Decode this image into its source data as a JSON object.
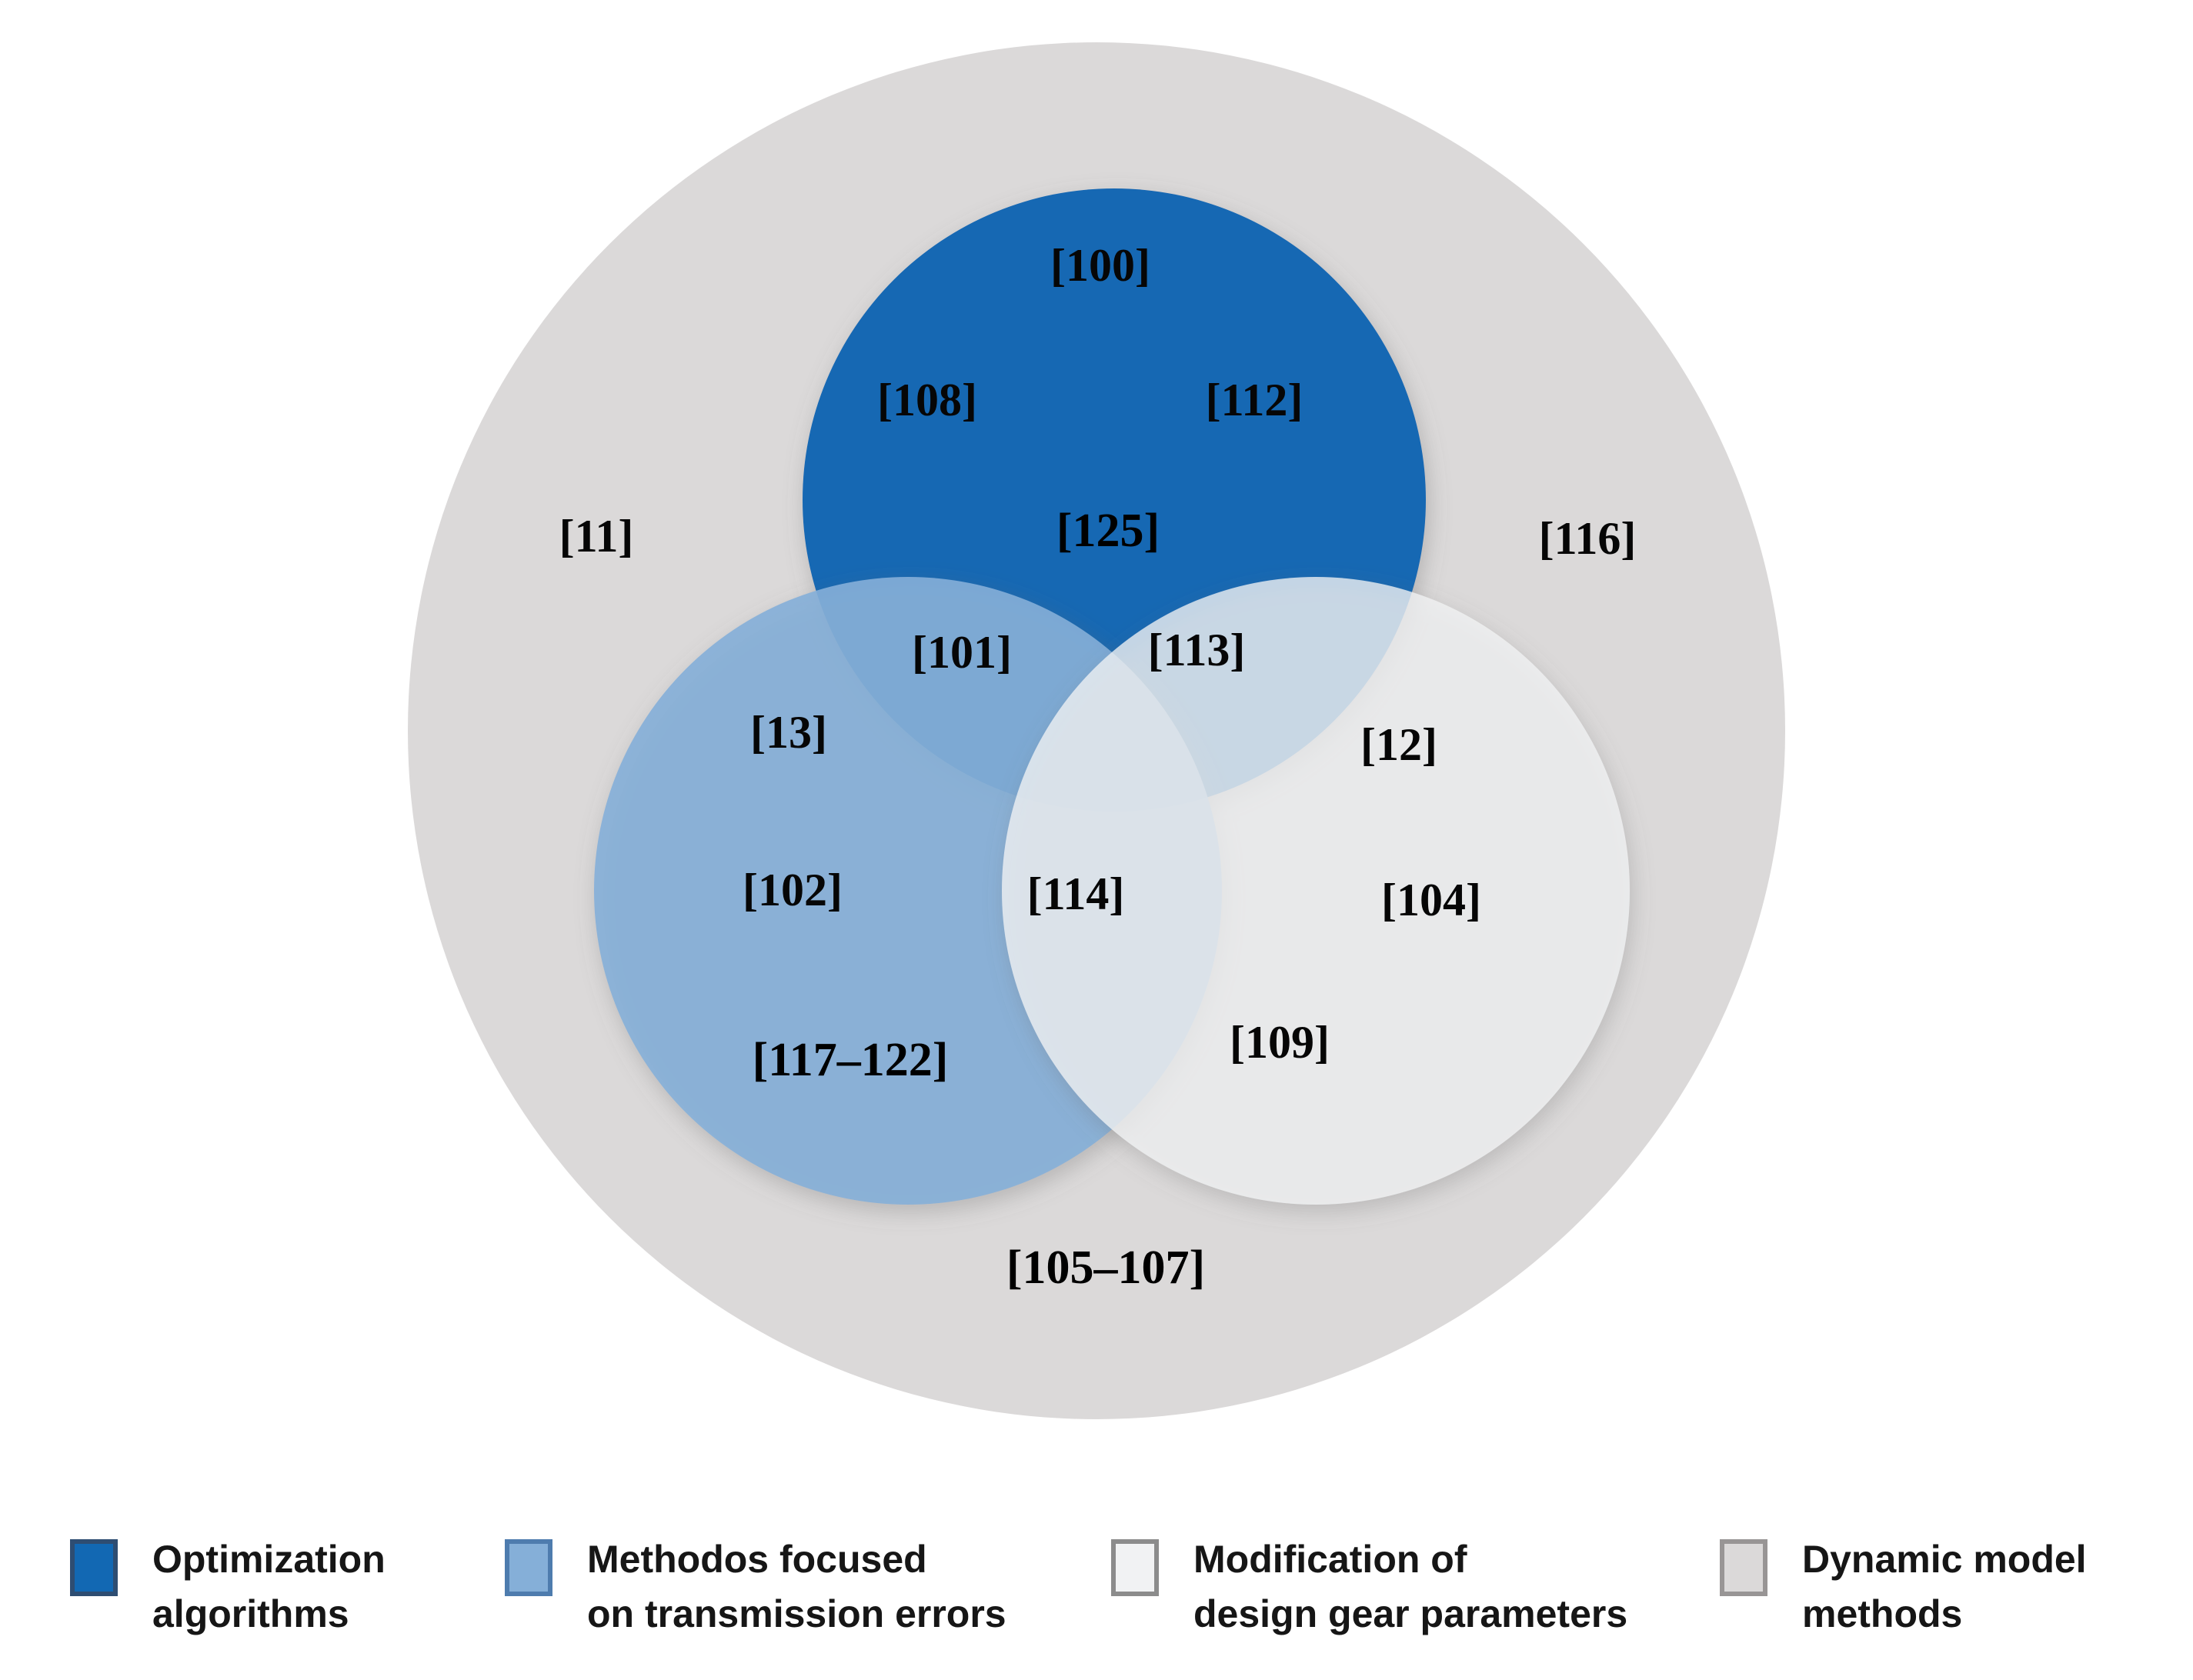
{
  "chart_data": {
    "type": "venn",
    "title": "",
    "sets": [
      {
        "name": "Optimization algorithms",
        "color": "#1268B3",
        "exclusive_refs": [
          "[100]",
          "[108]",
          "[112]",
          "[125]"
        ]
      },
      {
        "name": "Methodos focused on transmission errors",
        "color": "#85AFD8",
        "exclusive_refs": [
          "[13]",
          "[102]",
          "[117–122]"
        ]
      },
      {
        "name": "Modification of design gear parameters",
        "color": "#F1F2F3",
        "exclusive_refs": [
          "[12]",
          "[104]",
          "[109]"
        ]
      },
      {
        "name": "Dynamic model methods",
        "color": "#DBD9D9",
        "exclusive_refs": [
          "[11]",
          "[116]",
          "[105–107]"
        ]
      }
    ],
    "intersections": [
      {
        "sets": [
          "Optimization algorithms",
          "Methodos focused on transmission errors"
        ],
        "refs": [
          "[101]"
        ]
      },
      {
        "sets": [
          "Optimization algorithms",
          "Modification of design gear parameters"
        ],
        "refs": [
          "[113]"
        ]
      },
      {
        "sets": [
          "Methodos focused on transmission errors",
          "Modification of design gear parameters"
        ],
        "refs": [
          "[114]"
        ]
      }
    ],
    "layout": {
      "outer_set": "Dynamic model methods",
      "legend_position": "bottom"
    }
  },
  "venn": {
    "labels": [
      "[100]",
      "[108]",
      "[112]",
      "[125]",
      "[101]",
      "[113]",
      "[11]",
      "[116]",
      "[13]",
      "[12]",
      "[102]",
      "[114]",
      "[104]",
      "[117–122]",
      "[109]",
      "[105–107]"
    ]
  },
  "legend": {
    "items": [
      {
        "line1": "Optimization",
        "line2": "algorithms",
        "border": "#2E4D72"
      },
      {
        "line1": "Methodos focused",
        "line2": "on transmission errors",
        "border": "#4E7CAE"
      },
      {
        "line1": "Modification of",
        "line2": "design gear parameters",
        "border": "#8C8C8C"
      },
      {
        "line1": "Dynamic model",
        "line2": "methods",
        "border": "#989595"
      }
    ]
  }
}
